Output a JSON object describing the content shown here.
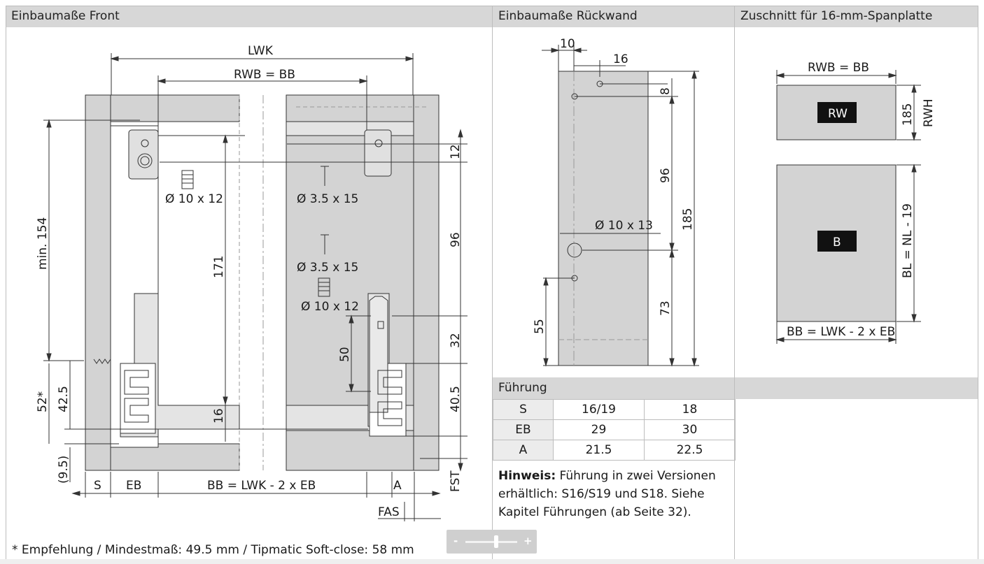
{
  "panels": {
    "front_title": "Einbaumaße Front",
    "back_title": "Einbaumaße Rückwand",
    "cut_title": "Zuschnitt für 16-mm-Spanplatte",
    "guide_title": "Führung"
  },
  "front": {
    "lwk": "LWK",
    "rwb_bb": "RWB = BB",
    "min154": "min. 154",
    "d171": "171",
    "d16": "16",
    "d52": "52*",
    "d42_5": "42.5",
    "d9_5": "(9.5)",
    "dowel1": "Ø 10 x 12",
    "screw1": "Ø 3.5 x 15",
    "screw2": "Ø 3.5 x 15",
    "dowel2": "Ø 10 x 12",
    "d12": "12",
    "d96": "96",
    "d32": "32",
    "d50": "50",
    "d40_5": "40.5",
    "fst": "FST",
    "s": "S",
    "eb": "EB",
    "bb_formula": "BB = LWK - 2 x EB",
    "a": "A",
    "fas": "FAS"
  },
  "back": {
    "d10": "10",
    "d16": "16",
    "d8": "8",
    "d96": "96",
    "d185": "185",
    "hole": "Ø 10 x 13",
    "d73": "73",
    "d55": "55"
  },
  "cut": {
    "rwb_bb": "RWB = BB",
    "d185": "185",
    "rwh": "RWH",
    "rw": "RW",
    "b": "B",
    "bl": "BL = NL - 19",
    "bb_formula": "BB = LWK - 2 x EB"
  },
  "guide_table": [
    [
      "S",
      "16/19",
      "18"
    ],
    [
      "EB",
      "29",
      "30"
    ],
    [
      "A",
      "21.5",
      "22.5"
    ]
  ],
  "note": {
    "bold": "Hinweis:",
    "text": " Führung in zwei Versionen erhältlich: S16/S19 und S18. Siehe Kapitel Führungen (ab Seite 32)."
  },
  "footnote": "* Empfehlung / Mindestmaß: 49.5 mm / Tipmatic Soft-close: 58 mm",
  "zoom": {
    "minus": "-",
    "plus": "+",
    "level": 0.6
  }
}
